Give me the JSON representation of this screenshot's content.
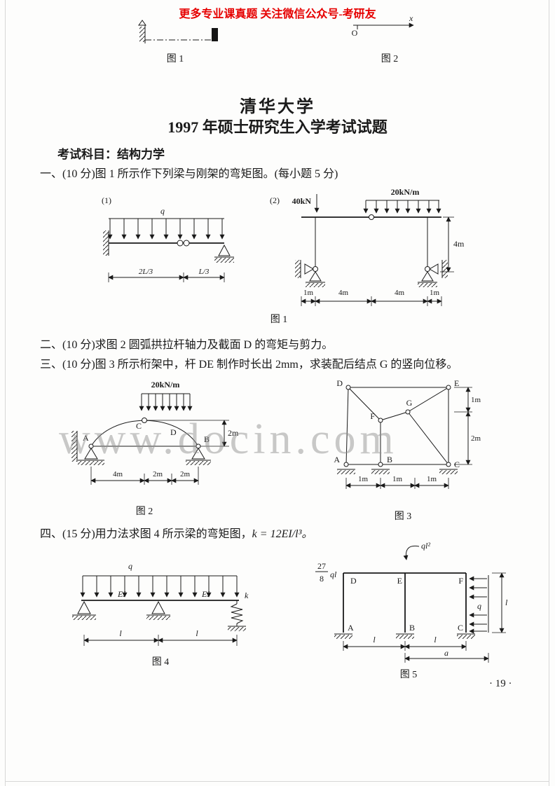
{
  "banner": {
    "text": "更多专业课真题 关注微信公众号-考研友"
  },
  "page": {
    "watermark": "www.docin.com",
    "page_number": "· 19 ·"
  },
  "top_fragments": {
    "fig1_caption": "图 1",
    "fig2_caption": "图 2",
    "axis_x_label": "x",
    "origin_label": "O"
  },
  "title": {
    "university": "清华大学",
    "exam_line": "1997 年硕士研究生入学考试试题",
    "subject": "考试科目：结构力学"
  },
  "questions": {
    "q1": "一、(10 分)图 1 所示作下列梁与刚架的弯矩图。(每小题 5 分)",
    "q2": "二、(10 分)求图 2 圆弧拱拉杆轴力及截面 D 的弯矩与剪力。",
    "q3": "三、(10 分)图 3 所示桁架中，杆 DE 制作时长出 2mm，求装配后结点 G 的竖向位移。",
    "q4_prefix": "四、(15 分)用力法求图 4 所示梁的弯矩图，",
    "q4_formula": "k = 12EI/l³。"
  },
  "fig1": {
    "caption": "图 1",
    "sub1": {
      "index": "(1)",
      "load": "q",
      "dim_left": "2L/3",
      "dim_right": "L/3"
    },
    "sub2": {
      "index": "(2)",
      "point_load": "40kN",
      "dist_load": "20kN/m",
      "height_dim": "4m",
      "bottom_dims": [
        "1m",
        "4m",
        "4m",
        "1m"
      ]
    }
  },
  "fig2": {
    "caption": "图 2",
    "dist_load": "20kN/m",
    "node_A": "A",
    "node_B": "B",
    "node_C": "C",
    "node_D": "D",
    "rise_dim": "2m",
    "bottom_dims": [
      "4m",
      "2m",
      "2m"
    ]
  },
  "fig3": {
    "caption": "图 3",
    "node_A": "A",
    "node_B": "B",
    "node_C": "C",
    "node_D": "D",
    "node_E": "E",
    "node_F": "F",
    "node_G": "G",
    "right_dims": [
      "1m",
      "2m"
    ],
    "bottom_dims": [
      "1m",
      "1m",
      "1m"
    ]
  },
  "fig4": {
    "caption": "图 4",
    "load": "q",
    "ei_left": "EI",
    "ei_right": "EI",
    "spring": "k",
    "span_dims": [
      "l",
      "l"
    ]
  },
  "fig5": {
    "caption": "图 5",
    "force_numerator": "27",
    "force_denominator": "8",
    "force_symbol": "ql",
    "moment": "ql²",
    "dist_load": "q",
    "height_dim": "l",
    "node_A": "A",
    "node_B": "B",
    "node_C": "C",
    "node_D": "D",
    "node_E": "E",
    "node_F": "F",
    "span_dims": [
      "l",
      "l"
    ],
    "offset_dim": "a"
  }
}
